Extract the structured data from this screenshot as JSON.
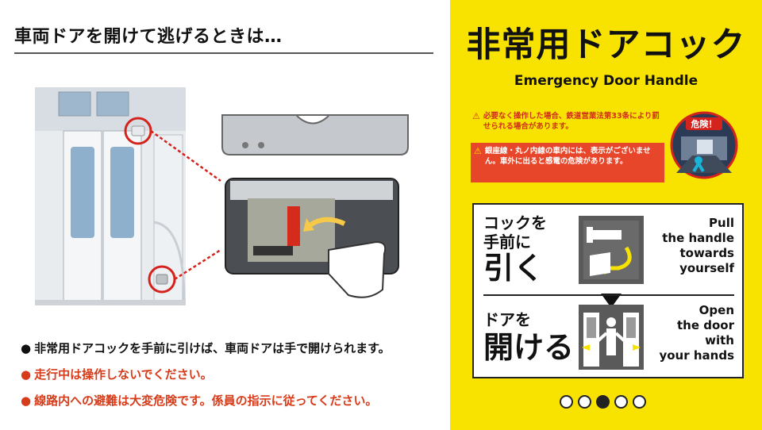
{
  "left": {
    "title": "車両ドアを開けて逃げるときは…",
    "bullets": [
      {
        "text": "非常用ドアコックを手前に引けば、車両ドアは手で開けられます。",
        "color": "#111111"
      },
      {
        "text": "走行中は操作しないでください。",
        "color": "#d63c1a"
      },
      {
        "text": "線路内への避難は大変危険です。係員の指示に従ってください。",
        "color": "#d63c1a"
      }
    ]
  },
  "right": {
    "title_jp": "非常用ドアコック",
    "title_en": "Emergency Door Handle",
    "warning_1": "必要なく操作した場合、鉄道営業法第33条により罰せられる場合があります。",
    "warning_2": "銀座線・丸ノ内線の車内には、表示がございません。車外に出ると感電の危険があります。",
    "danger_label": "危険！",
    "step1_jp_line1": "コックを",
    "step1_jp_line2": "手前に",
    "step1_jp_line3": "引く",
    "step1_en": "Pull\nthe handle\ntowards\nyourself",
    "step2_jp_line1": "ドアを",
    "step2_jp_line2": "開ける",
    "step2_en": "Open\nthe door\nwith\nyour hands",
    "pager": {
      "total": 5,
      "active_index": 2
    }
  },
  "colors": {
    "panel_yellow": "#f8e300",
    "warning_red": "#e8462a",
    "text_red": "#d63c1a"
  }
}
